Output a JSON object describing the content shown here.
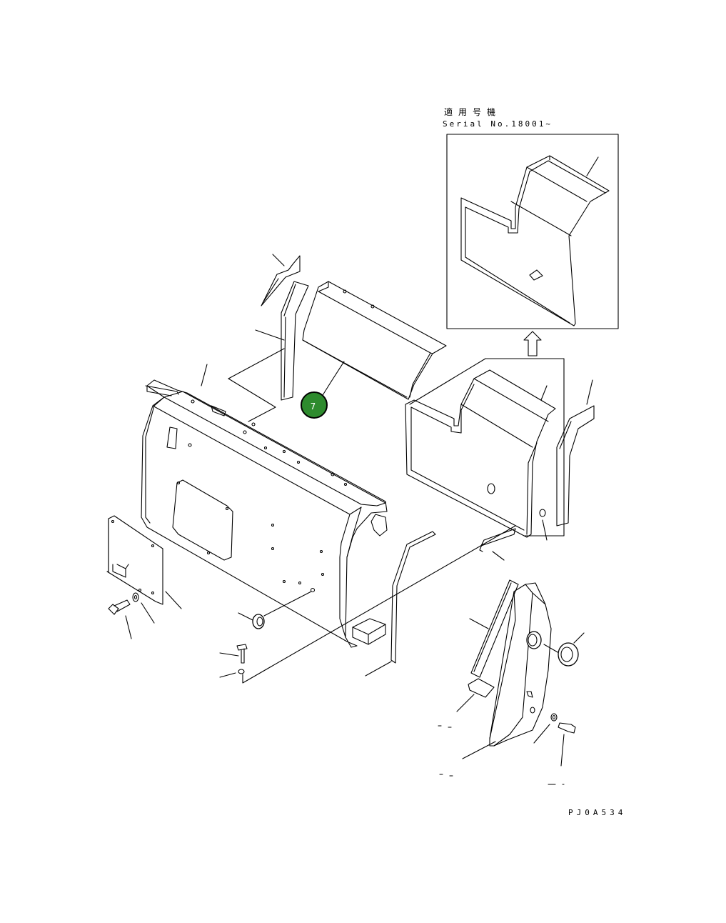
{
  "labels": {
    "serial_ja": "適用号機",
    "serial_en": "Serial No.18001~",
    "drawing_code": "PJ0A534"
  },
  "callout": {
    "number": "7",
    "color": "#2e8b2e"
  }
}
